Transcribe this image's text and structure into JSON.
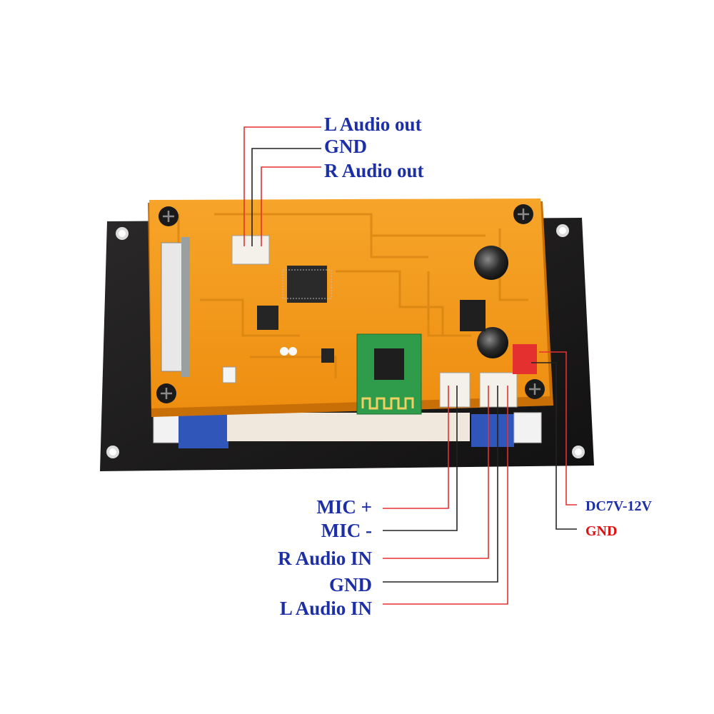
{
  "colors": {
    "label_blue": "#1c2fa6",
    "label_red": "#e01010",
    "wire_red": "#e53030",
    "wire_black": "#222222",
    "pcb_orange": "#f29a16",
    "pcb_shadow": "#c86f08",
    "panel_black": "#1b1a1a",
    "module_green": "#2e9c4a",
    "standoff_white": "#eeeeee",
    "spacer_blue": "#2f56b8"
  },
  "labels": {
    "top": {
      "l_audio_out": "L Audio out",
      "gnd": "GND",
      "r_audio_out": "R Audio out"
    },
    "bottom_left": {
      "mic_plus": "MIC +",
      "mic_minus": "MIC -",
      "r_audio_in": "R Audio IN",
      "gnd": "GND",
      "l_audio_in": "L Audio IN"
    },
    "bottom_right": {
      "dc_power": "DC7V-12V",
      "gnd": "GND"
    }
  },
  "icons": {
    "mount_screw": "phillips-screw-icon",
    "mount_hole": "mounting-hole-icon"
  }
}
